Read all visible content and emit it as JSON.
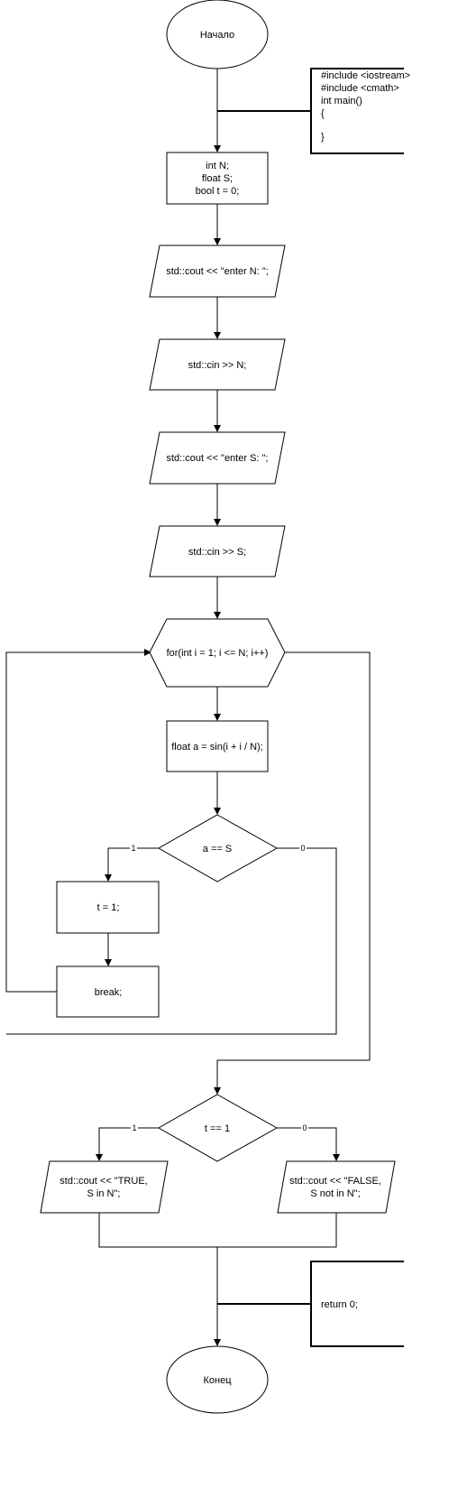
{
  "nodes": {
    "start": "Начало",
    "decl": [
      "int N;",
      "float S;",
      "bool t = 0;"
    ],
    "out_n": "std::cout << \"enter N: \";",
    "in_n": "std::cin >> N;",
    "out_s": "std::cout << \"enter S: \";",
    "in_s": "std::cin >> S;",
    "loop": "for(int i = 1; i <= N; i++)",
    "calc": "float a = sin(i + i / N);",
    "cond_a": "a == S",
    "assign_t": "t = 1;",
    "brk": "break;",
    "cond_t": "t == 1",
    "out_true": [
      "std::cout << \"TRUE,",
      "S in N\";"
    ],
    "out_false": [
      "std::cout << \"FALSE,",
      "S not in N\";"
    ],
    "end": "Конец"
  },
  "comments": {
    "top": [
      "#include <iostream>",
      "#include <cmath>",
      "int main()",
      "{",
      "",
      "}"
    ],
    "bottom": "return 0;"
  },
  "edge_labels": {
    "yes": "1",
    "no": "0"
  }
}
